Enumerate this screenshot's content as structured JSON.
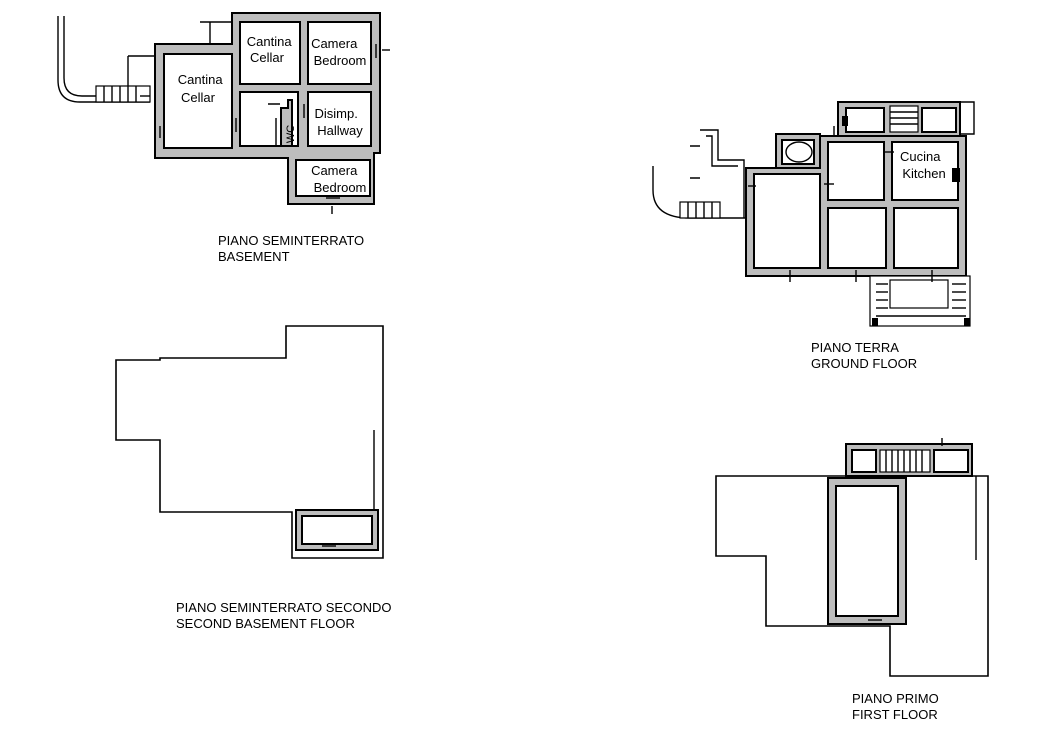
{
  "floors": {
    "basement": {
      "title_it": "PIANO SEMINTERRATO",
      "title_en": "BASEMENT",
      "rooms": {
        "cellar_large": [
          "Cantina",
          "Cellar"
        ],
        "cellar_small": [
          "Cantina",
          "Cellar"
        ],
        "bedroom_top": [
          "Camera",
          "Bedroom"
        ],
        "hallway": [
          "Disimp.",
          "Hallway"
        ],
        "wc": "WC",
        "bedroom_bottom": [
          "Camera",
          "Bedroom"
        ]
      }
    },
    "ground": {
      "title_it": "PIANO TERRA",
      "title_en": "GROUND FLOOR",
      "rooms": {
        "kitchen": [
          "Cucina",
          "Kitchen"
        ]
      }
    },
    "second_basement": {
      "title_it": "PIANO SEMINTERRATO SECONDO",
      "title_en": "SECOND BASEMENT FLOOR"
    },
    "first": {
      "title_it": "PIANO PRIMO",
      "title_en": "FIRST FLOOR"
    }
  }
}
